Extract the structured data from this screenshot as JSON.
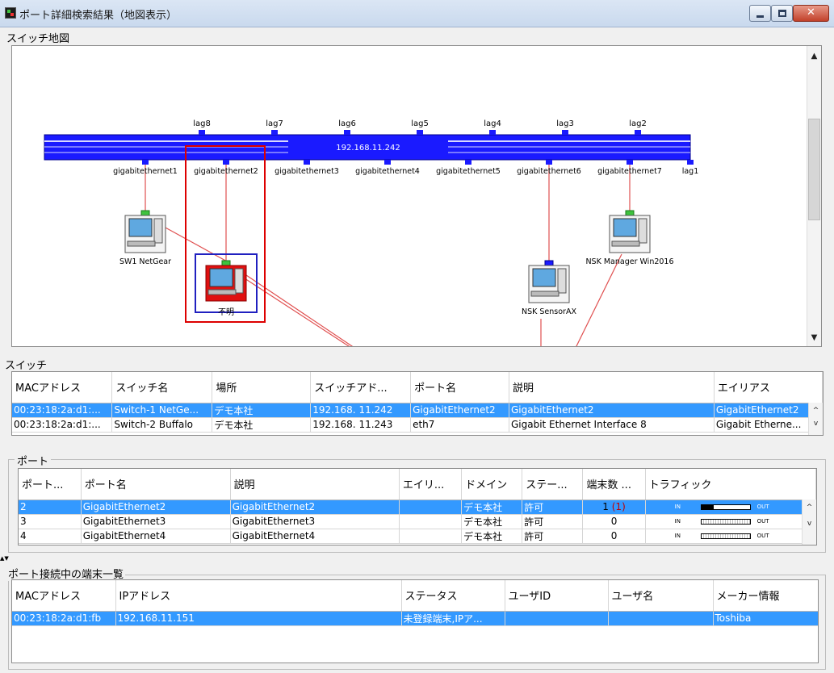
{
  "window": {
    "title": "ポート詳細検索結果（地図表示）",
    "min_glyph": "–",
    "max_glyph": "□",
    "close_glyph": "✕"
  },
  "map": {
    "section_label": "スイッチ地図",
    "switch_ip": "192.168.11.242",
    "lag_labels": [
      "lag8",
      "lag7",
      "lag6",
      "lag5",
      "lag4",
      "lag3",
      "lag2"
    ],
    "port_labels": [
      "gigabitethernet1",
      "gigabitethernet2",
      "gigabitethernet3",
      "gigabitethernet4",
      "gigabitethernet5",
      "gigabitethernet6",
      "gigabitethernet7",
      "lag1"
    ],
    "devices": {
      "sw1": "SW1 NetGear",
      "unknown": "不明",
      "manager": "NSK Manager Win2016",
      "sensor": "NSK SensorAX"
    },
    "colors": {
      "switch_bar": "#1a1aff",
      "link": "#e05050",
      "highlight": "#dd0000",
      "selected_box": "#2020c0"
    }
  },
  "switch_table": {
    "section_label": "スイッチ",
    "columns": [
      "MACアドレス",
      "スイッチ名",
      "場所",
      "スイッチアド...",
      "ポート名",
      "説明",
      "エイリアス"
    ],
    "rows": [
      [
        "00:23:18:2a:d1:...",
        "Switch-1 NetGe...",
        "デモ本社",
        "192.168. 11.242",
        "GigabitEthernet2",
        "GigabitEthernet2",
        "GigabitEthernet2"
      ],
      [
        "00:23:18:2a:d1:...",
        "Switch-2 Buffalo",
        "デモ本社",
        "192.168. 11.243",
        "eth7",
        "Gigabit Ethernet Interface 8",
        "Gigabit Etherne..."
      ]
    ]
  },
  "port_table": {
    "section_label": "ポート",
    "columns": [
      "ポート...",
      "ポート名",
      "説明",
      "エイリ...",
      "ドメイン",
      "ステー...",
      "端末数 ...",
      "トラフィック"
    ],
    "traffic_in": "IN",
    "traffic_out": "OUT",
    "rows": [
      {
        "port": "2",
        "name": "GigabitEthernet2",
        "desc": "GigabitEthernet2",
        "alias": "",
        "domain": "デモ本社",
        "status": "許可",
        "count": "1",
        "count_extra": "(1)",
        "traffic": 0.25
      },
      {
        "port": "3",
        "name": "GigabitEthernet3",
        "desc": "GigabitEthernet3",
        "alias": "",
        "domain": "デモ本社",
        "status": "許可",
        "count": "0",
        "count_extra": "",
        "traffic": 0
      },
      {
        "port": "4",
        "name": "GigabitEthernet4",
        "desc": "GigabitEthernet4",
        "alias": "",
        "domain": "デモ本社",
        "status": "許可",
        "count": "0",
        "count_extra": "",
        "traffic": 0
      }
    ]
  },
  "terminal_table": {
    "section_label": "ポート接続中の端末一覧",
    "columns": [
      "MACアドレス",
      "IPアドレス",
      "ステータス",
      "ユーザID",
      "ユーザ名",
      "メーカー情報"
    ],
    "rows": [
      [
        "00:23:18:2a:d1:fb",
        "192.168.11.151",
        "未登録端末,IPア...",
        "",
        "",
        "Toshiba"
      ]
    ]
  }
}
